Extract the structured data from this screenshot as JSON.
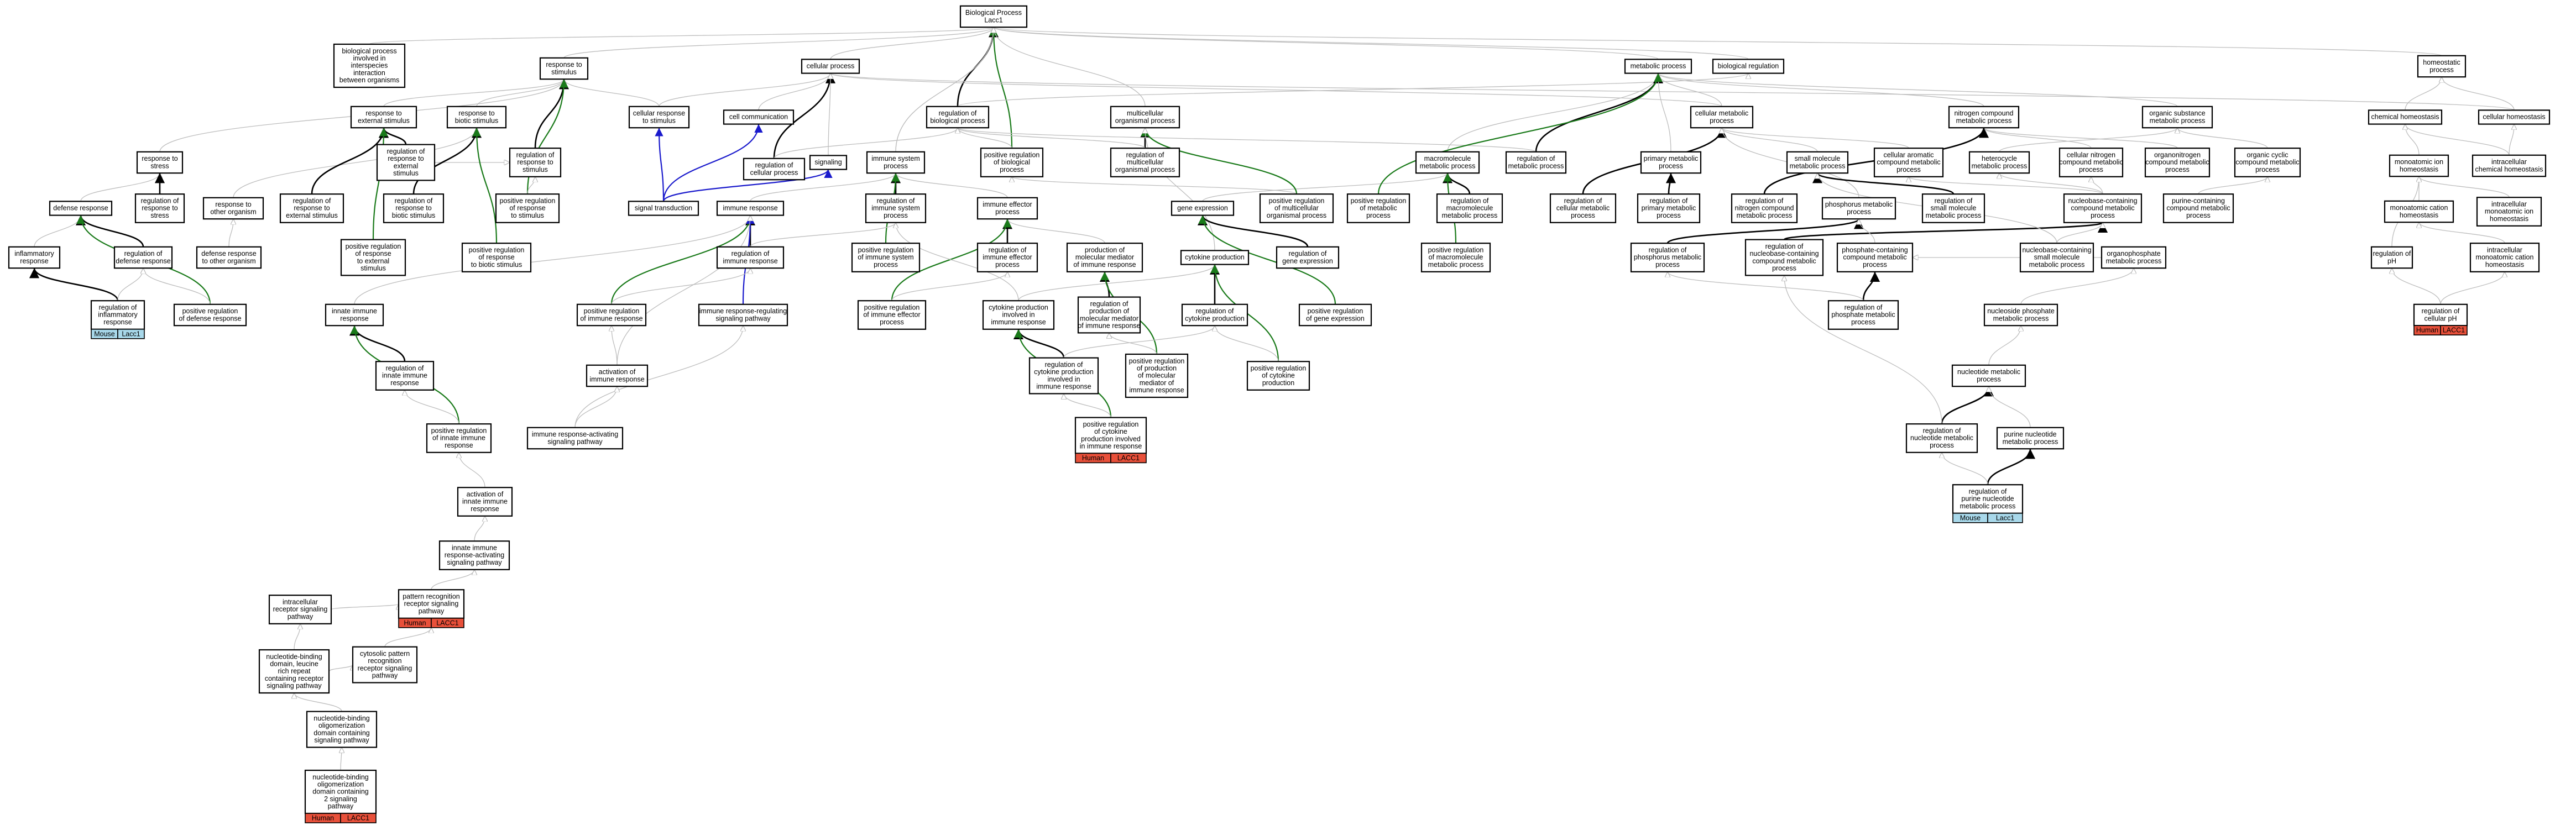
{
  "colors": {
    "is_a": "#bdbdbd",
    "regulates": "#000000",
    "positively_regulates": "#1a7a1a",
    "part_of": "#1a1acc",
    "human": "#e8503a",
    "mouse": "#a8d8ea"
  },
  "nodes": [
    {
      "id": "bp",
      "lines": [
        "Biological Process",
        "Lacc1"
      ]
    },
    {
      "id": "bpint",
      "lines": [
        "biological process",
        "involved in",
        "interspecies",
        "interaction",
        "between organisms"
      ]
    },
    {
      "id": "rstim",
      "lines": [
        "response to",
        "stimulus"
      ]
    },
    {
      "id": "cellproc",
      "lines": [
        "cellular process"
      ]
    },
    {
      "id": "metab",
      "lines": [
        "metabolic process"
      ]
    },
    {
      "id": "bioreg",
      "lines": [
        "biological regulation"
      ]
    },
    {
      "id": "homeo",
      "lines": [
        "homeostatic",
        "process"
      ]
    },
    {
      "id": "rext",
      "lines": [
        "response to",
        "external stimulus"
      ]
    },
    {
      "id": "rbiot",
      "lines": [
        "response to",
        "biotic stimulus"
      ]
    },
    {
      "id": "crstim",
      "lines": [
        "cellular response",
        "to stimulus"
      ]
    },
    {
      "id": "cellcomm",
      "lines": [
        "cell communication"
      ]
    },
    {
      "id": "regbio",
      "lines": [
        "regulation of",
        "biological process"
      ]
    },
    {
      "id": "multi",
      "lines": [
        "multicellular",
        "organismal process"
      ]
    },
    {
      "id": "cellmet",
      "lines": [
        "cellular metabolic",
        "process"
      ]
    },
    {
      "id": "nitro",
      "lines": [
        "nitrogen compound",
        "metabolic process"
      ]
    },
    {
      "id": "orgsub",
      "lines": [
        "organic substance",
        "metabolic process"
      ]
    },
    {
      "id": "chemh",
      "lines": [
        "chemical homeostasis"
      ]
    },
    {
      "id": "cellh",
      "lines": [
        "cellular homeostasis"
      ]
    },
    {
      "id": "rstress",
      "lines": [
        "response to",
        "stress"
      ]
    },
    {
      "id": "rregext",
      "lines": [
        "regulation of",
        "response to",
        "external",
        "stimulus"
      ]
    },
    {
      "id": "rregstim",
      "lines": [
        "regulation of",
        "response to",
        "stimulus"
      ]
    },
    {
      "id": "signal",
      "lines": [
        "signaling"
      ]
    },
    {
      "id": "regcell",
      "lines": [
        "regulation of",
        "cellular process"
      ]
    },
    {
      "id": "immsys",
      "lines": [
        "immune system",
        "process"
      ]
    },
    {
      "id": "posregbio",
      "lines": [
        "positive regulation",
        "of biological",
        "process"
      ]
    },
    {
      "id": "regmulti",
      "lines": [
        "regulation of",
        "multicellular",
        "organismal process"
      ]
    },
    {
      "id": "macromol",
      "lines": [
        "macromolecule",
        "metabolic process"
      ]
    },
    {
      "id": "regmet",
      "lines": [
        "regulation of",
        "metabolic process"
      ]
    },
    {
      "id": "primmet",
      "lines": [
        "primary metabolic",
        "process"
      ]
    },
    {
      "id": "smallmol",
      "lines": [
        "small molecule",
        "metabolic process"
      ]
    },
    {
      "id": "cellarom",
      "lines": [
        "cellular aromatic",
        "compound metabolic",
        "process"
      ]
    },
    {
      "id": "hetero",
      "lines": [
        "heterocycle",
        "metabolic process"
      ]
    },
    {
      "id": "cellnitro",
      "lines": [
        "cellular nitrogen",
        "compound metabolic",
        "process"
      ]
    },
    {
      "id": "organonit",
      "lines": [
        "organonitrogen",
        "compound metabolic",
        "process"
      ]
    },
    {
      "id": "orgcyc",
      "lines": [
        "organic cyclic",
        "compound metabolic",
        "process"
      ]
    },
    {
      "id": "monoion",
      "lines": [
        "monoatomic ion",
        "homeostasis"
      ]
    },
    {
      "id": "intrachem",
      "lines": [
        "intracellular",
        "chemical homeostasis"
      ]
    },
    {
      "id": "defresp",
      "lines": [
        "defense response"
      ]
    },
    {
      "id": "regrstress",
      "lines": [
        "regulation of",
        "response to",
        "stress"
      ]
    },
    {
      "id": "rother",
      "lines": [
        "response to",
        "other organism"
      ]
    },
    {
      "id": "regrext2",
      "lines": [
        "regulation of",
        "response to",
        "external stimulus"
      ]
    },
    {
      "id": "regrbiot",
      "lines": [
        "regulation of",
        "response to",
        "biotic stimulus"
      ]
    },
    {
      "id": "posregrstim",
      "lines": [
        "positive regulation",
        "of response",
        "to stimulus"
      ]
    },
    {
      "id": "sigtrans",
      "lines": [
        "signal transduction"
      ]
    },
    {
      "id": "regimmsys",
      "lines": [
        "regulation of",
        "immune system",
        "process"
      ]
    },
    {
      "id": "immeff",
      "lines": [
        "immune effector",
        "process"
      ]
    },
    {
      "id": "geneexp",
      "lines": [
        "gene expression"
      ]
    },
    {
      "id": "posregmulti",
      "lines": [
        "positive regulation",
        "of multicellular",
        "organismal process"
      ]
    },
    {
      "id": "posregmet",
      "lines": [
        "positive regulation",
        "of metabolic",
        "process"
      ]
    },
    {
      "id": "regmacro",
      "lines": [
        "regulation of",
        "macromolecule",
        "metabolic process"
      ]
    },
    {
      "id": "regcellmet",
      "lines": [
        "regulation of",
        "cellular metabolic",
        "process"
      ]
    },
    {
      "id": "regprim",
      "lines": [
        "regulation of",
        "primary metabolic",
        "process"
      ]
    },
    {
      "id": "regnitro",
      "lines": [
        "regulation of",
        "nitrogen compound",
        "metabolic process"
      ]
    },
    {
      "id": "phosmet",
      "lines": [
        "phosphorus metabolic",
        "process"
      ]
    },
    {
      "id": "regsmall",
      "lines": [
        "regulation of",
        "small molecule",
        "metabolic process"
      ]
    },
    {
      "id": "nucbase",
      "lines": [
        "nucleobase-containing",
        "compound metabolic",
        "process"
      ]
    },
    {
      "id": "purinecont",
      "lines": [
        "purine-containing",
        "compound metabolic",
        "process"
      ]
    },
    {
      "id": "monocat",
      "lines": [
        "monoatomic cation",
        "homeostasis"
      ]
    },
    {
      "id": "intramono",
      "lines": [
        "intracellular",
        "monoatomic ion",
        "homeostasis"
      ]
    },
    {
      "id": "inflam",
      "lines": [
        "inflammatory",
        "response"
      ]
    },
    {
      "id": "regdef",
      "lines": [
        "regulation of",
        "defense response"
      ]
    },
    {
      "id": "defother",
      "lines": [
        "defense response",
        "to other organism"
      ]
    },
    {
      "id": "posregrext",
      "lines": [
        "positive regulation",
        "of response",
        "to external",
        "stimulus"
      ]
    },
    {
      "id": "posregrbiot",
      "lines": [
        "positive regulation",
        "of response",
        "to biotic stimulus"
      ]
    },
    {
      "id": "immresp",
      "lines": [
        "immune response"
      ]
    },
    {
      "id": "posregimmsys",
      "lines": [
        "positive regulation",
        "of immune system",
        "process"
      ]
    },
    {
      "id": "regimmeff",
      "lines": [
        "regulation of",
        "immune effector",
        "process"
      ]
    },
    {
      "id": "prodmed",
      "lines": [
        "production of",
        "molecular mediator",
        "of immune response"
      ]
    },
    {
      "id": "cytprod",
      "lines": [
        "cytokine production"
      ]
    },
    {
      "id": "reggeneexp",
      "lines": [
        "regulation of",
        "gene expression"
      ]
    },
    {
      "id": "posregmacro",
      "lines": [
        "positive regulation",
        "of macromolecule",
        "metabolic process"
      ]
    },
    {
      "id": "regphos",
      "lines": [
        "regulation of",
        "phosphorus metabolic",
        "process"
      ]
    },
    {
      "id": "regnucbase",
      "lines": [
        "regulation of",
        "nucleobase-containing",
        "compound metabolic",
        "process"
      ]
    },
    {
      "id": "phosphcont",
      "lines": [
        "phosphate-containing",
        "compound metabolic",
        "process"
      ]
    },
    {
      "id": "nucsmall",
      "lines": [
        "nucleobase-containing",
        "small molecule",
        "metabolic process"
      ]
    },
    {
      "id": "organophos",
      "lines": [
        "organophosphate",
        "metabolic process"
      ]
    },
    {
      "id": "regph",
      "lines": [
        "regulation of",
        "pH"
      ]
    },
    {
      "id": "intramonocat",
      "lines": [
        "intracellular",
        "monoatomic cation",
        "homeostasis"
      ]
    },
    {
      "id": "reginflam",
      "lines": [
        "regulation of",
        "inflammatory",
        "response"
      ],
      "badges": [
        "Mouse",
        "Lacc1"
      ],
      "badgeType": "mouse"
    },
    {
      "id": "posregdef",
      "lines": [
        "positive regulation",
        "of defense response"
      ]
    },
    {
      "id": "regimmresp",
      "lines": [
        "regulation of",
        "immune response"
      ]
    },
    {
      "id": "posregimmeff",
      "lines": [
        "positive regulation",
        "of immune effector",
        "process"
      ]
    },
    {
      "id": "cytimm",
      "lines": [
        "cytokine production",
        "involved in",
        "immune response"
      ]
    },
    {
      "id": "regprodmed",
      "lines": [
        "regulation of",
        "production of",
        "molecular mediator",
        "of immune response"
      ]
    },
    {
      "id": "regcyt",
      "lines": [
        "regulation of",
        "cytokine production"
      ]
    },
    {
      "id": "posreggeneexp",
      "lines": [
        "positive regulation",
        "of gene expression"
      ]
    },
    {
      "id": "regphosph",
      "lines": [
        "regulation of",
        "phosphate metabolic",
        "process"
      ]
    },
    {
      "id": "nucphos",
      "lines": [
        "nucleoside phosphate",
        "metabolic process"
      ]
    },
    {
      "id": "regcellph",
      "lines": [
        "regulation of",
        "cellular pH"
      ],
      "badges": [
        "Human",
        "LACC1"
      ],
      "badgeType": "human"
    },
    {
      "id": "innate",
      "lines": [
        "innate immune",
        "response"
      ]
    },
    {
      "id": "posregimmresp",
      "lines": [
        "positive regulation",
        "of immune response"
      ]
    },
    {
      "id": "irasp",
      "lines": [
        "immune response-regulating",
        "signaling pathway"
      ]
    },
    {
      "id": "regcytimm",
      "lines": [
        "regulation of",
        "cytokine production",
        "involved in",
        "immune response"
      ]
    },
    {
      "id": "posregprod",
      "lines": [
        "positive regulation",
        "of production",
        "of molecular",
        "mediator of",
        "immune response"
      ]
    },
    {
      "id": "posregcyt",
      "lines": [
        "positive regulation",
        "of cytokine",
        "production"
      ]
    },
    {
      "id": "nucleotide",
      "lines": [
        "nucleotide metabolic",
        "process"
      ]
    },
    {
      "id": "reginnate",
      "lines": [
        "regulation of",
        "innate immune",
        "response"
      ]
    },
    {
      "id": "actimm",
      "lines": [
        "activation of",
        "immune response"
      ]
    },
    {
      "id": "posregcytimm",
      "lines": [
        "positive regulation",
        "of cytokine",
        "production involved",
        "in immune response"
      ],
      "badges": [
        "Human",
        "LACC1"
      ],
      "badgeType": "human"
    },
    {
      "id": "posreginnate",
      "lines": [
        "positive regulation",
        "of innate immune",
        "response"
      ]
    },
    {
      "id": "iraspath",
      "lines": [
        "immune response-activating",
        "signaling pathway"
      ]
    },
    {
      "id": "regnucleotide",
      "lines": [
        "regulation of",
        "nucleotide metabolic",
        "process"
      ]
    },
    {
      "id": "purinenuc",
      "lines": [
        "purine nucleotide",
        "metabolic process"
      ]
    },
    {
      "id": "actinnate",
      "lines": [
        "activation of",
        "innate immune",
        "response"
      ]
    },
    {
      "id": "regpurine",
      "lines": [
        "regulation of",
        "purine nucleotide",
        "metabolic process"
      ],
      "badges": [
        "Mouse",
        "Lacc1"
      ],
      "badgeType": "mouse"
    },
    {
      "id": "iirasp",
      "lines": [
        "innate immune",
        "response-activating",
        "signaling pathway"
      ]
    },
    {
      "id": "prrsp",
      "lines": [
        "pattern recognition",
        "receptor signaling",
        "pathway"
      ],
      "badges": [
        "Human",
        "LACC1"
      ],
      "badgeType": "human"
    },
    {
      "id": "intrarec",
      "lines": [
        "intracellular",
        "receptor signaling",
        "pathway"
      ]
    },
    {
      "id": "cytoprr",
      "lines": [
        "cytosolic pattern",
        "recognition",
        "receptor signaling",
        "pathway"
      ]
    },
    {
      "id": "nblrr",
      "lines": [
        "nucleotide-binding",
        "domain, leucine",
        "rich repeat",
        "containing receptor",
        "signaling pathway"
      ]
    },
    {
      "id": "nod",
      "lines": [
        "nucleotide-binding",
        "oligomerization",
        "domain containing",
        "signaling pathway"
      ]
    },
    {
      "id": "nod2",
      "lines": [
        "nucleotide-binding",
        "oligomerization",
        "domain containing",
        "2 signaling",
        "pathway"
      ],
      "badges": [
        "Human",
        "LACC1"
      ],
      "badgeType": "human"
    }
  ]
}
